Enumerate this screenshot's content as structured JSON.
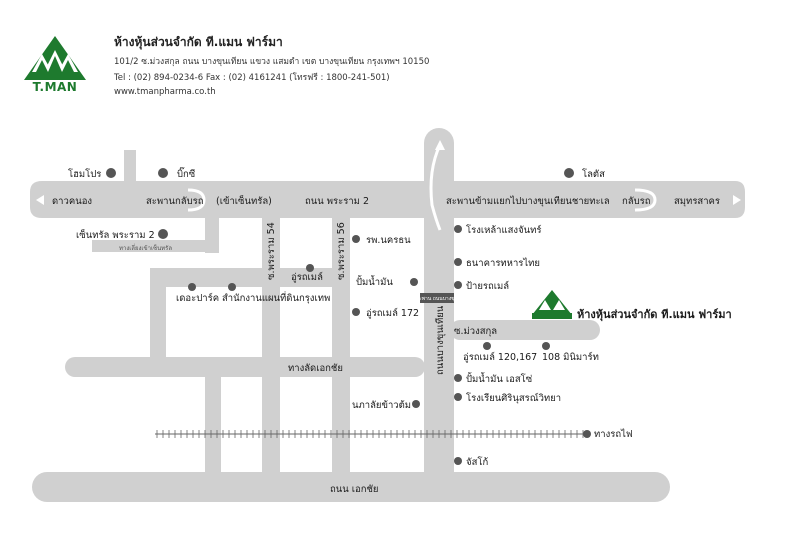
{
  "company": {
    "logo_text": "T.MAN",
    "name": "ห้างหุ้นส่วนจำกัด ที.แมน ฟาร์มา",
    "address": "101/2 ซ.ม่วงสกุล ถนน บางขุนเทียน แขวง แสมดำ เขต บางขุนเทียน กรุงเทพฯ 10150",
    "contact": "Tel : (02) 894-0234-6 Fax : (02) 4161241 (โทรฟรี : 1800-241-501)",
    "website": "www.tmanpharma.co.th"
  },
  "colors": {
    "road": "#d0d0d0",
    "marker": "#555555",
    "brand_green": "#1e7a2e"
  },
  "map": {
    "roads": {
      "rama2": "ถนน พระราม 2",
      "ekachai": "ถนน เอกชัย",
      "tawat_ekachai": "ทางลัดเอกชัย",
      "bangkhunthian": "ถนนบางขุนเทียน",
      "soi_rama2_54": "ซ.พระราม 54",
      "soi_rama2_56": "ซ.พระราม 56",
      "soi_muangsakun": "ซ.ม่วงสกุล",
      "railway": "ทางรถไฟ"
    },
    "directions": {
      "to_dao_khanong": "ดาวคนอง",
      "to_samut_sakhon": "สมุทรสาคร",
      "bridge_uturn": "สะพานกลับรถ",
      "central_entry": "(เข้าเซ็นทรัล)",
      "bridge_cross": "สะพานข้ามแยกไปบางขุนเทียนชายทะเล",
      "uturn": "กลับรถ",
      "central_way": "ทางเลี่ยงเข้าเซ็นทรัล"
    },
    "bridge_sign": "สะพาน ถนนบางขุน",
    "landmarks": {
      "homepro": "โฮมโปร",
      "bigc": "บิ๊กซี",
      "lotus": "โลตัส",
      "central": "เซ็นทรัล พระราม 2",
      "the_park": "เดอะปาร์ค",
      "land_office": "สำนักงานแผนที่ดินกรุงเทพ",
      "garage_mid": "อู่รถเมล์",
      "hospital": "รพ.นครธน",
      "gas1": "ปั้มน้ำมัน",
      "garage_172": "อู่รถเมล์ 172",
      "brewery": "โรงเหล้าแสงจันทร์",
      "bank": "ธนาคารทหารไทย",
      "bus_stop": "ป้ายรถเมล์",
      "company_label": "ห้างหุ้นส่วนจำกัด ที.แมน ฟาร์มา",
      "garage_120": "อู่รถเมล์ 120,167",
      "mart108": "108 มินิมาร์ท",
      "gas_esso": "ปั้มน้ำมัน เอสโซ่",
      "school": "โรงเรียนศิรินุสรณ์วิทยา",
      "market": "นภาลัยข้าวต้ม",
      "jusco": "จัสโก้"
    }
  }
}
